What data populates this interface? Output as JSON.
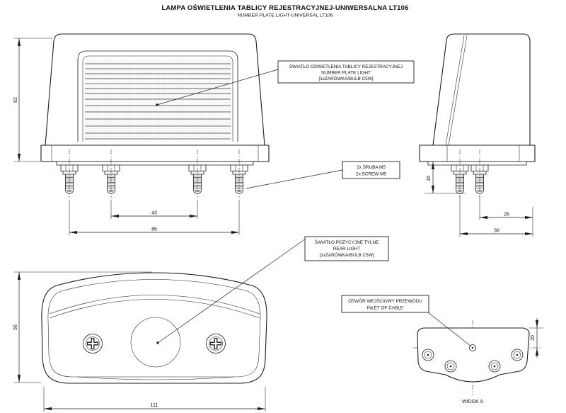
{
  "title": {
    "main": "LAMPA OŚWIETLENIA TABLICY REJESTRACYJNEJ-UNIWERSALNA LT106",
    "sub": "NUMBER PLATE LIGHT-UNIVERSAL LT106"
  },
  "callouts": {
    "number_plate_light": {
      "line1": "ŚWIATŁO OŚWIETLENIA TABLICY REJESTRACYJNEJ",
      "line2": "NUMBER PLATE LIGHT",
      "line3": "[1xŻARÓWKA/BULB C5W]"
    },
    "screws": {
      "line1": "2x ŚRUBA M5",
      "line2": "2x SCREW M5"
    },
    "rear_light": {
      "line1": "ŚWIATŁO POZYCYJNE TYLNE",
      "line2": "REAR LIGHT",
      "line3": "[1xŻARÓWKA/BULB C5W]"
    },
    "cable_inlet": {
      "line1": "OTWÓR WEJŚCIOWY PRZEWODU",
      "line2": "INLET OF CABLE"
    }
  },
  "dimensions": {
    "front_height": "62",
    "screw_spacing_inner": "43",
    "screw_spacing_outer": "86",
    "screw_protrusion": "16",
    "edge_to_screw_inner": "26",
    "edge_to_screw_outer": "36",
    "body_height": "56",
    "body_width": "111",
    "inlet_offset": "20"
  },
  "view_labels": {
    "bottom_view": "WIDOK A"
  },
  "colors": {
    "line": "#1c1c1c",
    "background": "#ffffff"
  }
}
